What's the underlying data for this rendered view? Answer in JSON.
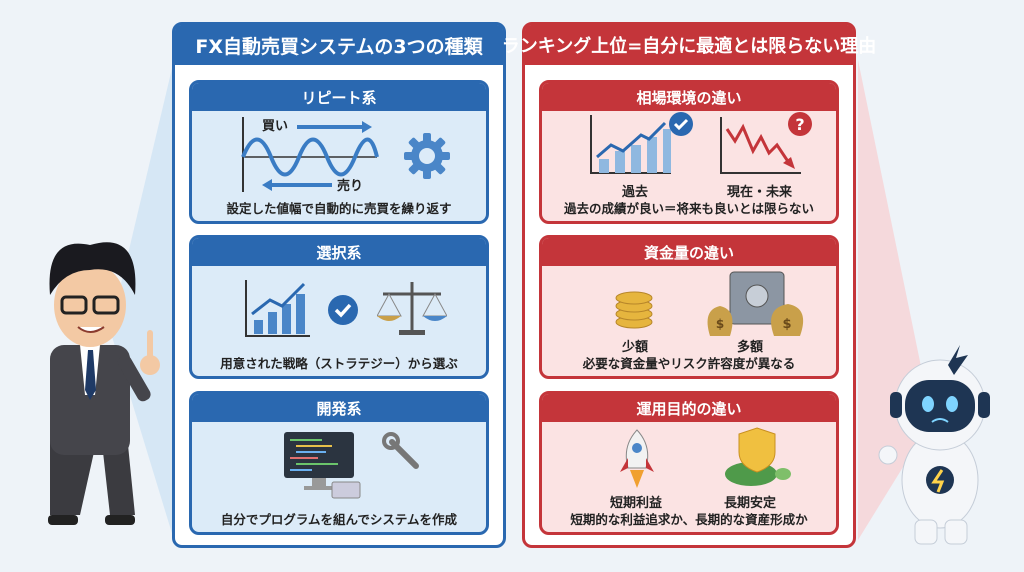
{
  "left_panel": {
    "title": "FX自動売買システムの3つの種類",
    "cards": [
      {
        "title": "リピート系",
        "buy": "買い",
        "sell": "売り",
        "caption": "設定した値幅で自動的に売買を繰り返す",
        "icons": [
          "wave-chart-icon",
          "gear-icon"
        ]
      },
      {
        "title": "選択系",
        "caption": "用意された戦略（ストラテジー）から選ぶ",
        "icons": [
          "bar-chart-icon",
          "check-icon",
          "scale-icon"
        ]
      },
      {
        "title": "開発系",
        "caption": "自分でプログラムを組んでシステムを作成",
        "icons": [
          "computer-code-icon",
          "wrench-icon"
        ]
      }
    ]
  },
  "right_panel": {
    "title": "ランキング上位=自分に最適とは限らない理由",
    "cards": [
      {
        "title": "相場環境の違い",
        "left_label": "過去",
        "right_label": "現在・未来",
        "caption": "過去の成績が良い＝将来も良いとは限らない",
        "icons": [
          "rising-chart-icon",
          "check-icon",
          "falling-chart-icon",
          "question-icon"
        ]
      },
      {
        "title": "資金量の違い",
        "left_label": "少額",
        "right_label": "多額",
        "caption": "必要な資金量やリスク許容度が異なる",
        "icons": [
          "coins-icon",
          "safe-icon",
          "money-bag-icon"
        ]
      },
      {
        "title": "運用目的の違い",
        "left_label": "短期利益",
        "right_label": "長期安定",
        "caption": "短期的な利益追求か、長期的な資産形成か",
        "icons": [
          "rocket-icon",
          "turtle-shield-icon"
        ]
      }
    ]
  },
  "colors": {
    "blue": "#2a68b0",
    "red": "#c4353a",
    "background": "#eef3f8"
  }
}
